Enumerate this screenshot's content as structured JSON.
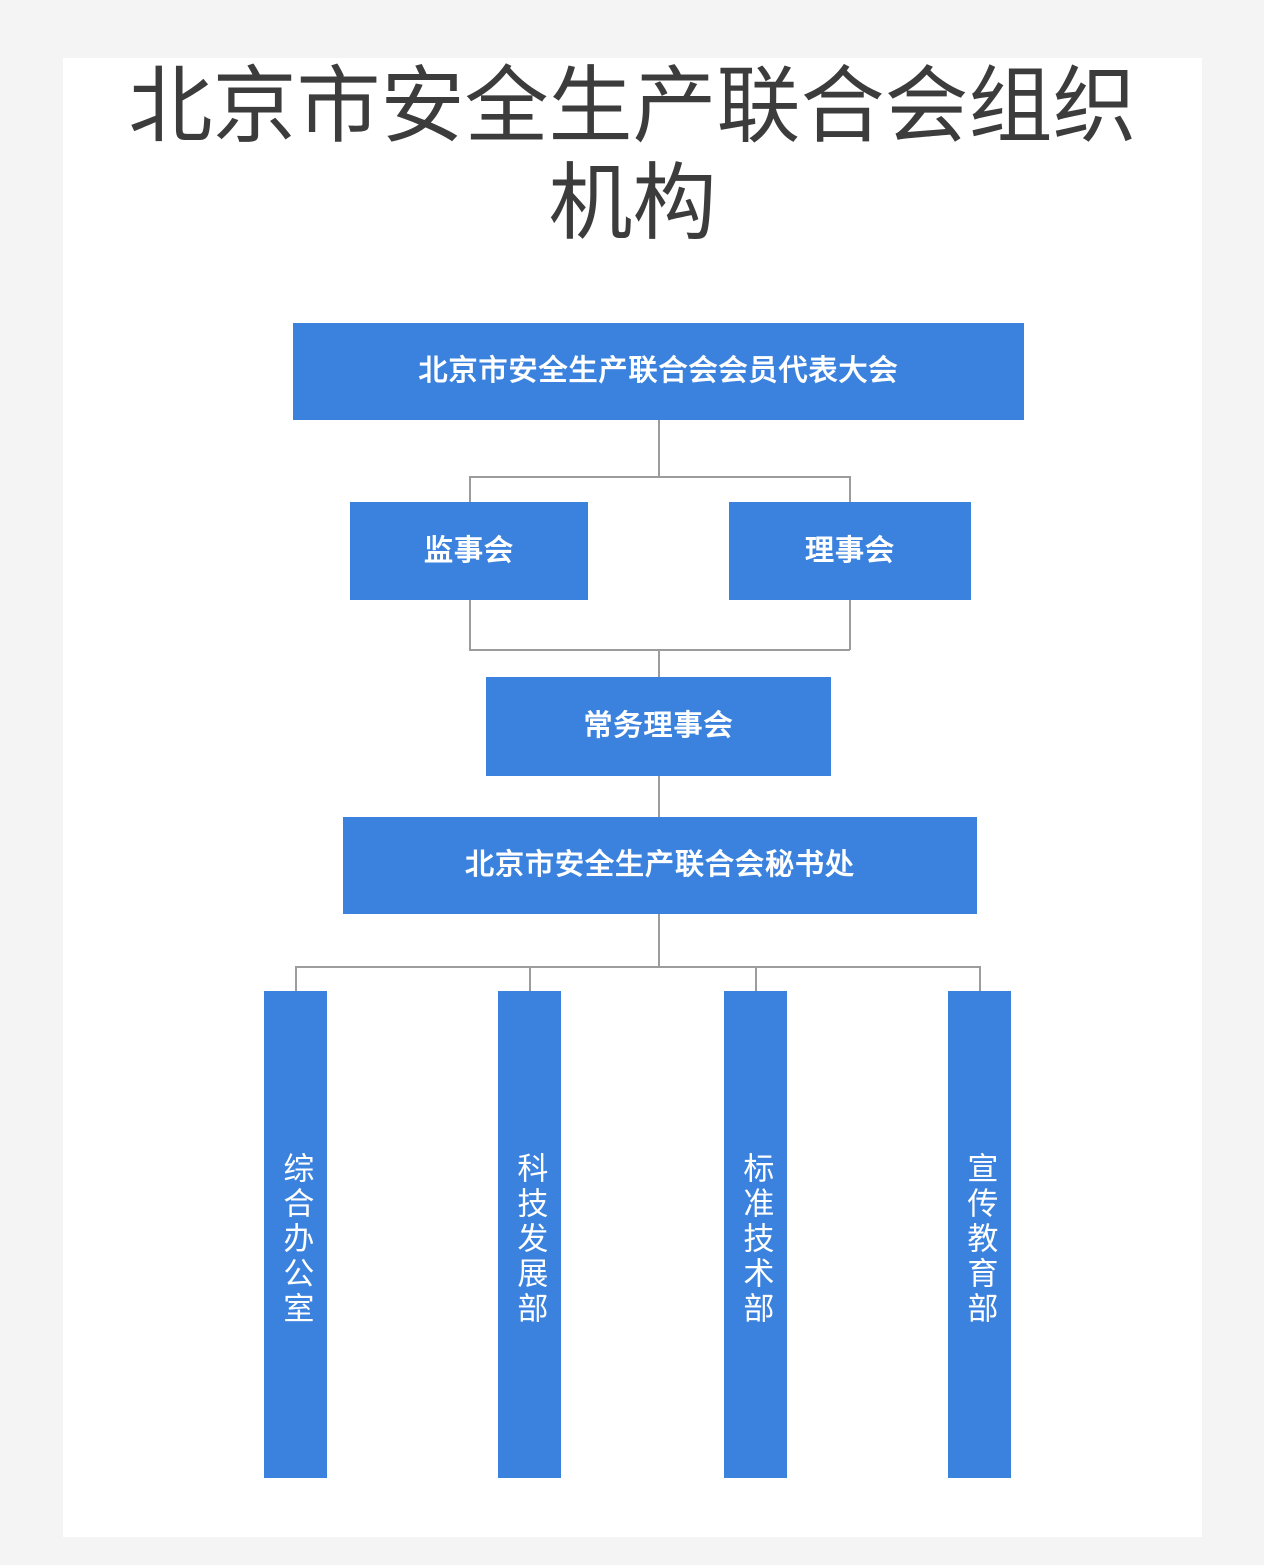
{
  "page": {
    "title": "北京市安全生产联合会组织机构",
    "background": "#f4f4f4",
    "panel_background": "#ffffff",
    "title_color": "#3c3c3c"
  },
  "theme": {
    "node_fill": "#3b82df",
    "node_text": "#ffffff",
    "connector": "#9c9c9c"
  },
  "chart_data": {
    "type": "diagram",
    "diagram_type": "organization-chart",
    "title": "北京市安全生产联合会组织机构",
    "orientation": "top-down",
    "nodes": [
      {
        "id": "assembly",
        "label": "北京市安全生产联合会会员代表大会",
        "level": 0,
        "text_orientation": "horizontal"
      },
      {
        "id": "supervisor",
        "label": "监事会",
        "level": 1,
        "text_orientation": "horizontal"
      },
      {
        "id": "council",
        "label": "理事会",
        "level": 1,
        "text_orientation": "horizontal"
      },
      {
        "id": "standing",
        "label": "常务理事会",
        "level": 2,
        "text_orientation": "horizontal"
      },
      {
        "id": "secretariat",
        "label": "北京市安全生产联合会秘书处",
        "level": 3,
        "text_orientation": "horizontal"
      },
      {
        "id": "office",
        "label": "综合办公室",
        "level": 4,
        "text_orientation": "vertical"
      },
      {
        "id": "tech",
        "label": "科技发展部",
        "level": 4,
        "text_orientation": "vertical"
      },
      {
        "id": "standards",
        "label": "标准技术部",
        "level": 4,
        "text_orientation": "vertical"
      },
      {
        "id": "publicity",
        "label": "宣传教育部",
        "level": 4,
        "text_orientation": "vertical"
      }
    ],
    "edges": [
      {
        "from": "assembly",
        "to": "supervisor"
      },
      {
        "from": "assembly",
        "to": "council"
      },
      {
        "from": "supervisor",
        "to": "standing"
      },
      {
        "from": "council",
        "to": "standing"
      },
      {
        "from": "standing",
        "to": "secretariat"
      },
      {
        "from": "secretariat",
        "to": "office"
      },
      {
        "from": "secretariat",
        "to": "tech"
      },
      {
        "from": "secretariat",
        "to": "standards"
      },
      {
        "from": "secretariat",
        "to": "publicity"
      }
    ]
  }
}
